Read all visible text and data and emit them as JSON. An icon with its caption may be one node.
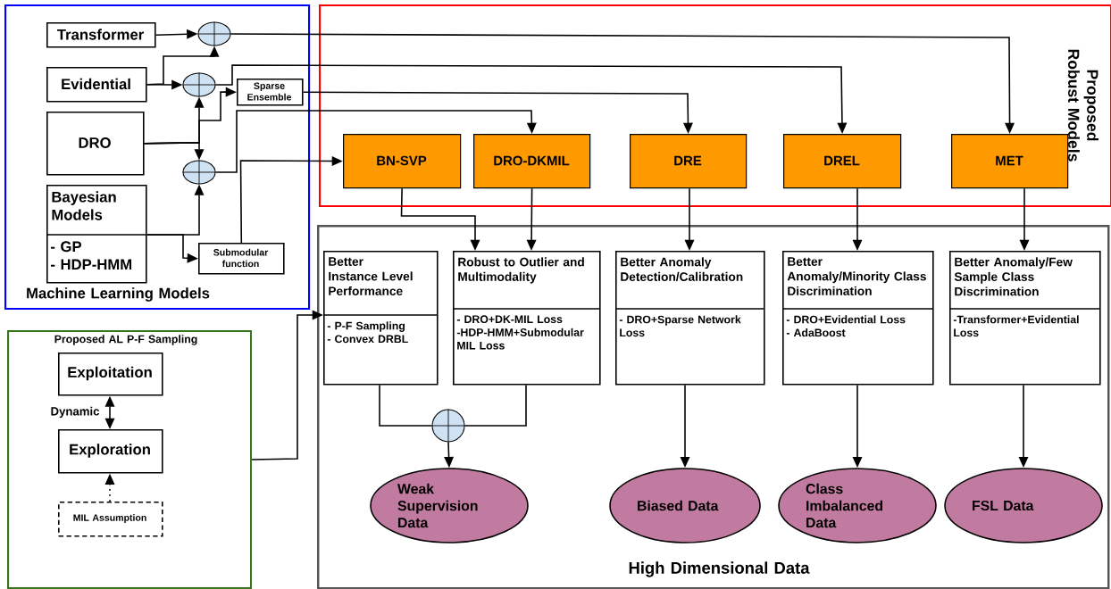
{
  "diagram": {
    "nodes": [
      {
        "text": [
          "Machine Learning Models"
        ]
      },
      {
        "text": [
          "Transformer"
        ],
        "in": 0
      },
      {
        "text": [
          "Evidential"
        ],
        "in": 0
      },
      {
        "text": [
          "DRO"
        ],
        "in": 0
      },
      {
        "text": [
          "Bayesian Models",
          "- GP",
          "- HDP-HMM"
        ],
        "in": 0
      },
      {
        "text": [
          "Sparse Ensemble"
        ],
        "in": 0
      },
      {
        "text": [
          "Submodular function"
        ],
        "in": 0
      },
      {
        "text": [],
        "shape": "circle",
        "in": 0
      },
      {
        "text": [],
        "shape": "circle",
        "in": 0
      },
      {
        "text": [],
        "shape": "circle",
        "in": 0
      },
      {
        "text": [
          "Proposed Robust Models"
        ]
      },
      {
        "text": [
          "BN-SVP"
        ],
        "in": 10
      },
      {
        "text": [
          "DRO-DKMIL"
        ],
        "in": 10
      },
      {
        "text": [
          "DRE"
        ],
        "in": 10
      },
      {
        "text": [
          "DREL"
        ],
        "in": 10
      },
      {
        "text": [
          "MET"
        ],
        "in": 10
      },
      {
        "text": [
          "High Dimensional Data"
        ]
      },
      {
        "text": [
          "Better Instance Level Performance",
          "- P-F Sampling",
          "- Convex DRBL"
        ],
        "in": 16
      },
      {
        "text": [
          "Robust to Outlier and Multimodality",
          "- DRO+DK-MIL Loss",
          "-HDP-HMM+Submodular MIL Loss"
        ],
        "in": 16
      },
      {
        "text": [
          "Better Anomaly Detection/Calibration",
          "- DRO+Sparse Network Loss"
        ],
        "in": 16
      },
      {
        "text": [
          "Better Anomaly/Minority Class Discrimination",
          "- DRO+Evidential Loss",
          "- AdaBoost"
        ],
        "in": 16
      },
      {
        "text": [
          "Better Anomaly/Few Sample Class Discrimination",
          "-Transformer+Evidential Loss"
        ],
        "in": 16
      },
      {
        "text": [],
        "shape": "circle",
        "in": 16
      },
      {
        "text": [
          "Weak Supervision Data"
        ],
        "in": 16
      },
      {
        "text": [
          "Biased Data"
        ],
        "in": 16
      },
      {
        "text": [
          "Class Imbalanced Data"
        ],
        "in": 16
      },
      {
        "text": [
          "FSL Data"
        ],
        "in": 16
      },
      {
        "text": [
          "Proposed AL P-F Sampling"
        ]
      },
      {
        "text": [
          "Exploitation"
        ],
        "in": 27
      },
      {
        "text": [
          "Exploration"
        ],
        "in": 27
      },
      {
        "text": [
          "MIL Assumption"
        ],
        "in": 27
      }
    ],
    "edges": [
      {
        "from": 1,
        "to": 7,
        "arrow": "to"
      },
      {
        "from": 2,
        "to": 8,
        "arrow": "to"
      },
      {
        "from": 2,
        "to": 7,
        "arrow": "to"
      },
      {
        "from": 3,
        "to": 8,
        "arrow": "to"
      },
      {
        "from": 3,
        "to": 9,
        "arrow": "to"
      },
      {
        "from": 3,
        "to": 5,
        "arrow": "to"
      },
      {
        "from": 4,
        "to": 9,
        "arrow": "to"
      },
      {
        "from": 4,
        "to": 6,
        "arrow": "to"
      },
      {
        "from": 7,
        "to": 15,
        "arrow": "to"
      },
      {
        "from": 8,
        "to": 14,
        "arrow": "to"
      },
      {
        "from": 5,
        "to": 13,
        "arrow": "to"
      },
      {
        "from": 9,
        "to": 12,
        "arrow": "to"
      },
      {
        "from": 6,
        "to": 11,
        "arrow": "to"
      },
      {
        "from": 11,
        "to": 18,
        "arrow": "to"
      },
      {
        "from": 12,
        "to": 18,
        "arrow": "to"
      },
      {
        "from": 13,
        "to": 19,
        "arrow": "to"
      },
      {
        "from": 14,
        "to": 20,
        "arrow": "to"
      },
      {
        "from": 15,
        "to": 21,
        "arrow": "to"
      },
      {
        "from": 17,
        "to": 22,
        "arrow": "none"
      },
      {
        "from": 18,
        "to": 22,
        "arrow": "none"
      },
      {
        "from": 22,
        "to": 23,
        "arrow": "to"
      },
      {
        "from": 19,
        "to": 24,
        "arrow": "to"
      },
      {
        "from": 20,
        "to": 25,
        "arrow": "to"
      },
      {
        "from": 21,
        "to": 26,
        "arrow": "to"
      },
      {
        "from": 28,
        "to": 29,
        "arrow": "both",
        "label": "Dynamic"
      },
      {
        "from": 30,
        "to": 29,
        "arrow": "to",
        "style": "dashed"
      },
      {
        "from": 27,
        "to": 17,
        "arrow": "to"
      }
    ]
  }
}
